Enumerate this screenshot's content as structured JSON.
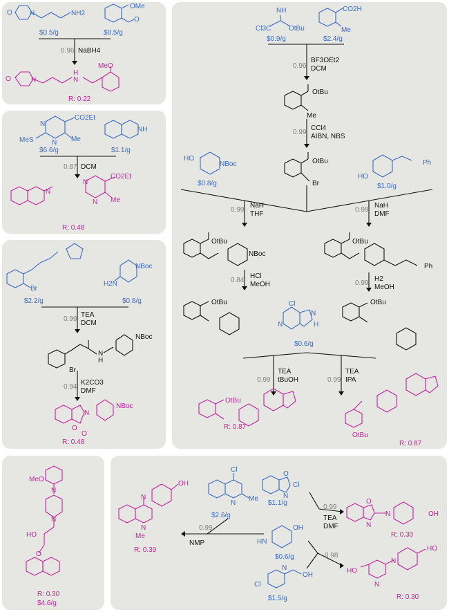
{
  "panel1": {
    "reagent_a_price": "$0.5/g",
    "reagent_b_price": "$0.5/g",
    "yield": "0.96",
    "condition_1": "NaBH4",
    "product_ratio": "R: 0.22",
    "labels": [
      "NH2",
      "OMe",
      "O",
      "N",
      "O",
      "H",
      "N",
      "MeO"
    ]
  },
  "panel2": {
    "reagent_a_price": "$6.6/g",
    "reagent_b_price": "$1.1/g",
    "yield": "0.87",
    "condition_1": "DCM",
    "product_ratio": "R: 0.48",
    "labels": [
      "CO2Et",
      "N",
      "N",
      "MeS",
      "Me",
      "NH",
      "CO2Et",
      "N",
      "N",
      "N",
      "Me"
    ]
  },
  "panel3": {
    "reagent_a_price": "$2.2/g",
    "reagent_b_price": "$0.8/g",
    "yield_1": "0.99",
    "conditions_1": [
      "TEA",
      "DCM"
    ],
    "yield_2": "0.94",
    "conditions_2": [
      "K2CO3",
      "DMF"
    ],
    "product_ratio": "R: 0.48",
    "labels": [
      "Br",
      "NBoc",
      "H2N",
      "NBoc",
      "N",
      "H",
      "Br",
      "NBoc",
      "N",
      "O",
      "O"
    ]
  },
  "panel4": {
    "reagent_a_price": "$0.9/g",
    "reagent_b_price": "$2.4/g",
    "steps": [
      {
        "yield": "0.96",
        "conditions": [
          "BF3OEt2",
          "DCM"
        ]
      },
      {
        "yield": "0.99",
        "conditions": [
          "CCl4",
          "AIBN, NBS"
        ]
      }
    ],
    "branch_left": {
      "reagent_price": "$0.8/g",
      "yield_1": "0.99",
      "conditions_1": [
        "NaH",
        "THF"
      ],
      "yield_2": "0.84",
      "conditions_2": [
        "HCl",
        "MeOH"
      ],
      "yield_3": "0.99",
      "conditions_3": [
        "TEA",
        "tBuOH"
      ],
      "product_ratio": "R: 0.87"
    },
    "branch_right": {
      "reagent_price": "$1.0/g",
      "yield_1": "0.99",
      "conditions_1": [
        "NaH",
        "DMF"
      ],
      "yield_2": "0.99",
      "conditions_2": [
        "H2",
        "MeOH"
      ],
      "yield_3": "0.99",
      "conditions_3": [
        "TEA",
        "IPA"
      ],
      "product_ratio": "R: 0.87"
    },
    "purine_price": "$0.6/g",
    "labels": [
      "NH",
      "Cl3C",
      "OtBu",
      "CO2H",
      "Me",
      "OtBu",
      "Me",
      "OtBu",
      "Br",
      "HO",
      "NBoc",
      "HO",
      "Ph",
      "Cl",
      "N",
      "N",
      "H"
    ]
  },
  "panel5": {
    "product_ratio": "R: 0.30",
    "price": "$4.6/g",
    "labels": [
      "MeO",
      "N",
      "N",
      "HO",
      "O"
    ]
  },
  "panel6": {
    "quinoline_price": "$2.6/g",
    "benzoxazole_price": "$1.1/g",
    "piperidinol_price": "$0.6/g",
    "pyridine_price": "$1.5/g",
    "yield_left": "0.99",
    "condition_left": "NMP",
    "product_left_ratio": "R: 0.39",
    "yield_top": "0.99",
    "conditions_top": [
      "TEA",
      "DMF"
    ],
    "product_top_ratio": "R: 0.30",
    "yield_bottom": "0.98",
    "product_bottom_ratio": "R: 0.30",
    "labels": [
      "Cl",
      "Me",
      "N",
      "O",
      "N",
      "Cl",
      "OH",
      "HN",
      "Cl",
      "N",
      "OH",
      "OH",
      "N",
      "HO",
      "N"
    ]
  }
}
